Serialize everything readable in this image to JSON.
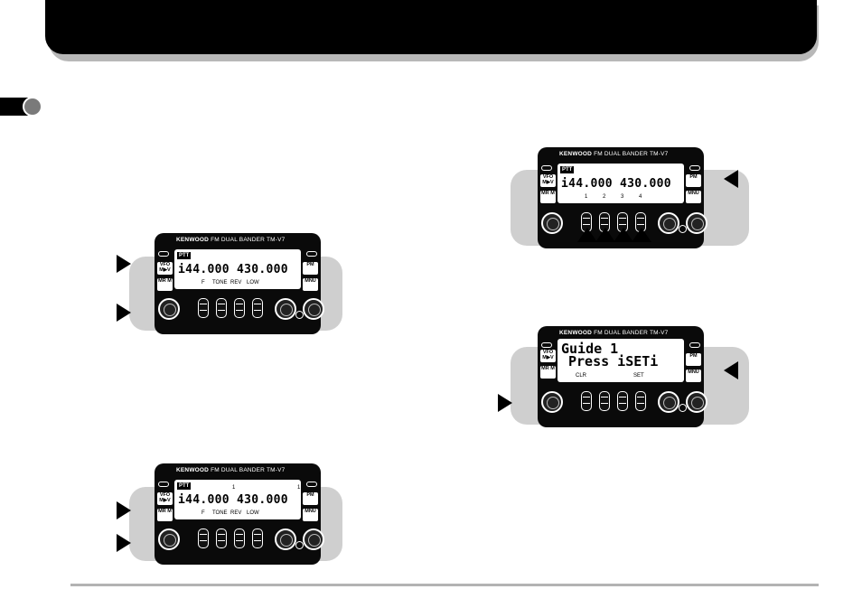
{
  "colors": {
    "header": "#000000",
    "figure_bg": "#cfcfcf",
    "rule": "#b3b3b3",
    "dot": "#7a7a7a"
  },
  "brand": {
    "name": "KENWOOD",
    "model": "FM DUAL BANDER TM-V7"
  },
  "keys": {
    "vfo": "VFO M▶V",
    "mr": "MR M",
    "pm": "PM",
    "mnu": "MNU"
  },
  "fig1": {
    "ptt": "PTT",
    "freq": "i44.000  430.000",
    "labels": {
      "f": "F",
      "tone": "TONE",
      "rev": "REV",
      "low": "LOW"
    }
  },
  "fig2": {
    "ptt": "PTT",
    "freq": "i44.000  430.000",
    "mem_left": "1",
    "mem_right": "1",
    "labels": {
      "f": "F",
      "tone": "TONE",
      "rev": "REV",
      "low": "LOW"
    }
  },
  "fig3": {
    "ptt": "PTT",
    "freq": "i44.000  430.000",
    "labels": {
      "k1": "1",
      "k2": "2",
      "k3": "3",
      "k4": "4"
    }
  },
  "fig4": {
    "line1": "Guide         1",
    "line2": "Press iSETi",
    "labels": {
      "clr": "CLR",
      "set": "SET"
    }
  }
}
